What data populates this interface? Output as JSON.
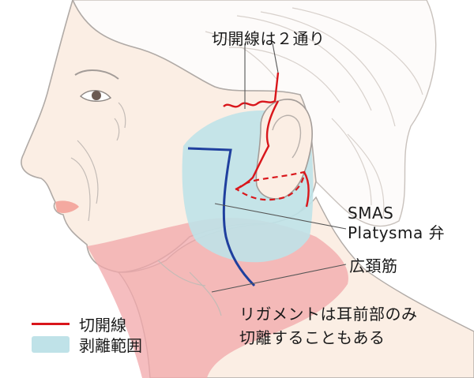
{
  "labels": {
    "incision_lines": "切開線は２通り",
    "smas_line1": "SMAS",
    "smas_line2": "Platysma 弁",
    "platysma_muscle": "広頚筋",
    "ligament_note_line1": "リガメントは耳前部のみ",
    "ligament_note_line2": "切離することもある"
  },
  "legend": [
    {
      "label": "切開線",
      "style": "line",
      "color": "#d9161b"
    },
    {
      "label": "剥離範囲",
      "style": "fill",
      "color": "#bfe2e8"
    }
  ],
  "colors": {
    "skin": "#fbeee4",
    "outline": "#b0aaa6",
    "hair": "#d6d0cc",
    "incision": "#d9161b",
    "dissection_area": "#bfe2e8",
    "platysma": "#f2a7aa",
    "smas_line": "#1f3f9e"
  }
}
